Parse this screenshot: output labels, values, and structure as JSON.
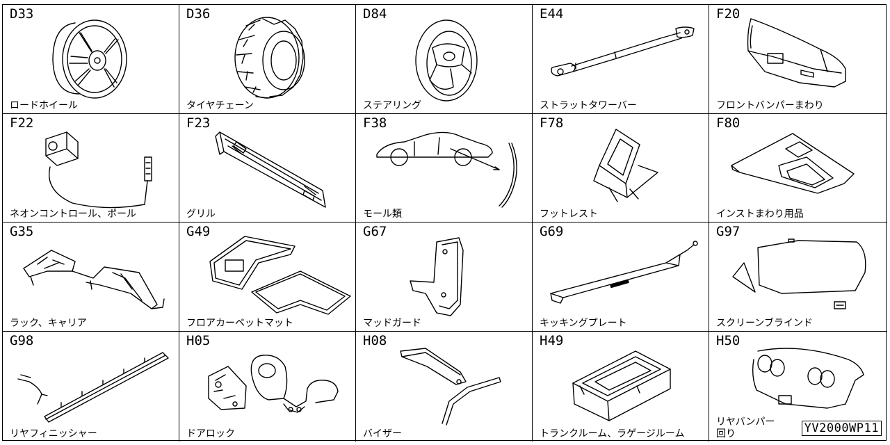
{
  "catalog_id": "YV2000WP11",
  "parts": [
    {
      "code": "D33",
      "label": "ロードホイール",
      "icon": "wheel-icon"
    },
    {
      "code": "D36",
      "label": "タイヤチェーン",
      "icon": "tire-chain-icon"
    },
    {
      "code": "D84",
      "label": "ステアリング",
      "icon": "steering-wheel-icon"
    },
    {
      "code": "E44",
      "label": "ストラットタワーバー",
      "icon": "strut-tower-bar-icon"
    },
    {
      "code": "F20",
      "label": "フロントバンパーまわり",
      "icon": "front-bumper-icon"
    },
    {
      "code": "F22",
      "label": "ネオンコントロール、ポール",
      "icon": "neon-control-pole-icon"
    },
    {
      "code": "F23",
      "label": "グリル",
      "icon": "grille-icon"
    },
    {
      "code": "F38",
      "label": "モール類",
      "icon": "molding-icon"
    },
    {
      "code": "F78",
      "label": "フットレスト",
      "icon": "footrest-icon"
    },
    {
      "code": "F80",
      "label": "インストまわり用品",
      "icon": "instrument-panel-icon"
    },
    {
      "code": "G35",
      "label": "ラック、キャリア",
      "icon": "rack-carrier-icon"
    },
    {
      "code": "G49",
      "label": "フロアカーペットマット",
      "icon": "floor-mat-icon"
    },
    {
      "code": "G67",
      "label": "マッドガード",
      "icon": "mud-guard-icon"
    },
    {
      "code": "G69",
      "label": "キッキングプレート",
      "icon": "kicking-plate-icon"
    },
    {
      "code": "G97",
      "label": "スクリーンブラインド",
      "icon": "screen-blind-icon"
    },
    {
      "code": "G98",
      "label": "リヤフィニッシャー",
      "icon": "rear-finisher-icon"
    },
    {
      "code": "H05",
      "label": "ドアロック",
      "icon": "door-lock-icon"
    },
    {
      "code": "H08",
      "label": "バイザー",
      "icon": "visor-icon"
    },
    {
      "code": "H49",
      "label": "トランクルーム、ラゲージルーム",
      "icon": "trunk-box-icon"
    },
    {
      "code": "H50",
      "label": "リヤバンパー\n回り",
      "icon": "rear-bumper-icon"
    }
  ]
}
